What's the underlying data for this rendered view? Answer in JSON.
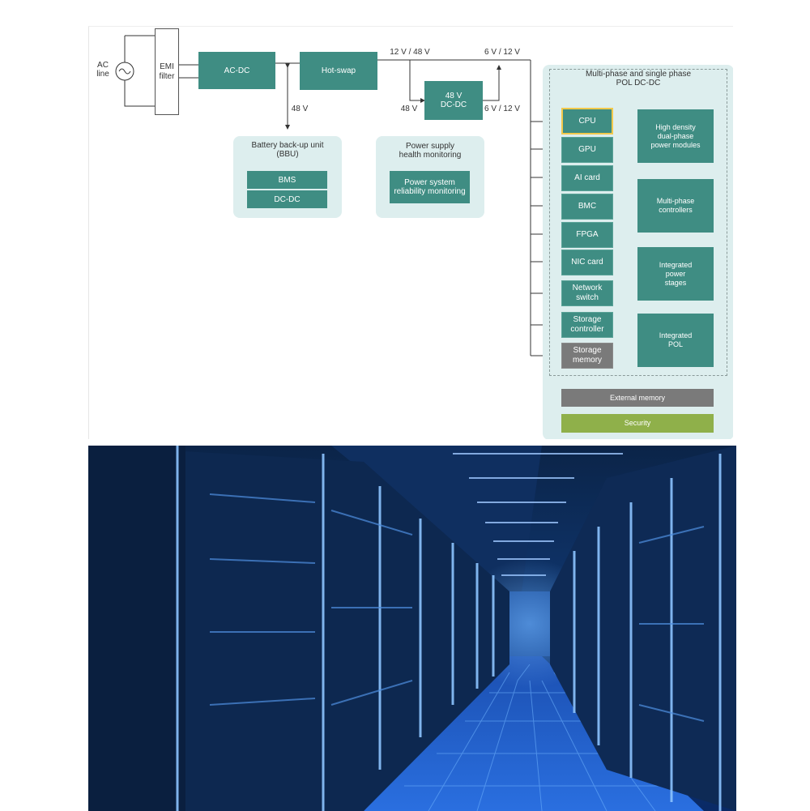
{
  "diagram": {
    "ac_line": "AC\nline",
    "emi_filter": "EMI\nfilter",
    "ac_dc": "AC-DC",
    "hot_swap": "Hot-swap",
    "bus_voltage": "12 V / 48 V",
    "out_voltage_top": "6 V / 12 V",
    "dcdc_48v": "48 V\nDC-DC",
    "dcdc_in": "48 V",
    "dcdc_out": "6 V / 12 V",
    "bbu_voltage": "48 V",
    "bbu": {
      "title": "Battery back-up unit\n(BBU)",
      "items": [
        "BMS",
        "DC-DC"
      ]
    },
    "psm": {
      "title": "Power supply\nhealth monitoring",
      "item": "Power system\nreliability monitoring"
    },
    "pol": {
      "title": "Multi-phase and single phase\nPOL DC-DC",
      "loads": [
        "CPU",
        "GPU",
        "AI card",
        "BMC",
        "FPGA",
        "NIC card",
        "Network\nswitch",
        "Storage\ncontroller",
        "Storage\nmemory"
      ],
      "modules": [
        "High density\ndual-phase\npower modules",
        "Multi-phase\ncontrollers",
        "Integrated\npower\nstages",
        "Integrated\nPOL"
      ],
      "external_memory": "External memory",
      "security": "Security"
    },
    "colors": {
      "teal": "#3f8d83",
      "panel": "#ddeeee",
      "highlight": "#f2c94c",
      "gray": "#7a7a7a",
      "security": "#8fb04a"
    }
  }
}
